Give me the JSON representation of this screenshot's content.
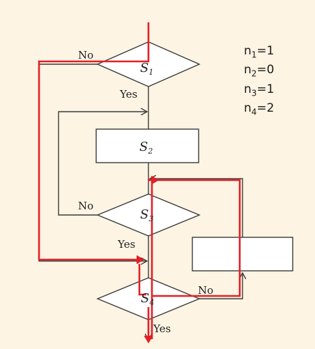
{
  "diagram": {
    "labels": {
      "no_1": "No",
      "yes_1": "Yes",
      "no_3": "No",
      "yes_3": "Yes",
      "no_4": "No",
      "yes_4": "Yes"
    },
    "nodes": {
      "s1": {
        "base": "S",
        "sub": "1"
      },
      "s2": {
        "base": "S",
        "sub": "2"
      },
      "s3": {
        "base": "S",
        "sub": "3"
      },
      "s4": {
        "base": "S",
        "sub": "4"
      },
      "empty_box": {
        "label": ""
      }
    },
    "counts": [
      {
        "base": "n",
        "sub": "1",
        "rest": "=1"
      },
      {
        "base": "n",
        "sub": "2",
        "rest": "=0"
      },
      {
        "base": "n",
        "sub": "3",
        "rest": "=1"
      },
      {
        "base": "n",
        "sub": "4",
        "rest": "=2"
      }
    ],
    "colors": {
      "background": "#fdf4e3",
      "lines": "#3a3a3a",
      "highlight": "#e32026"
    }
  }
}
